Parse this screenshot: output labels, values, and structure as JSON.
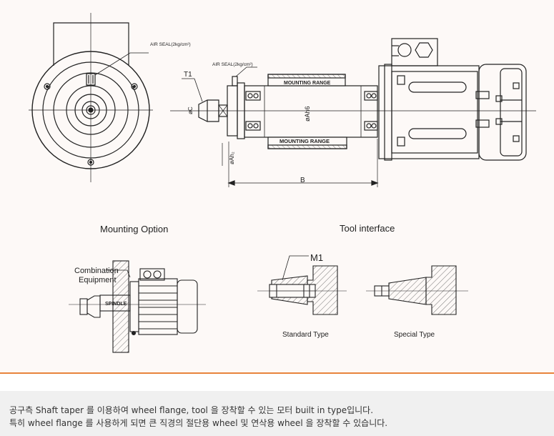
{
  "colors": {
    "accent": "#e8823a",
    "line": "#222222",
    "hatch": "#555555",
    "background": "#fdf9f7",
    "description_bg": "#f0f0f0"
  },
  "labels": {
    "air_seal_front": "AIR SEAL(2kg/cm²)",
    "air_seal_side": "AIR SEAL(2kg/cm²)",
    "t1": "T1",
    "phi_c": "øC",
    "phi_ah6": "øAh6",
    "phi_a_h2": "øAh₂",
    "mounting_range_top": "MOUNTING RANGE",
    "mounting_range_bottom": "MOUNTING RANGE",
    "dimension_b": "B",
    "combination_line1": "Combination",
    "combination_line2": "Equipment",
    "spindle": "SPINDLE",
    "m1": "M1"
  },
  "sections": {
    "mounting_option": "Mounting Option",
    "tool_interface": "Tool interface"
  },
  "captions": {
    "standard": "Standard Type",
    "special": "Special Type"
  },
  "description": {
    "line1": "공구측 Shaft taper 를 이용하여 wheel flange, tool 을 장착할 수 있는 모터 built in type입니다.",
    "line2": "특히 wheel flange 를 사용하게 되면 큰 직경의 절단용 wheel 및 연삭용 wheel 을 장착할 수 있습니다."
  }
}
